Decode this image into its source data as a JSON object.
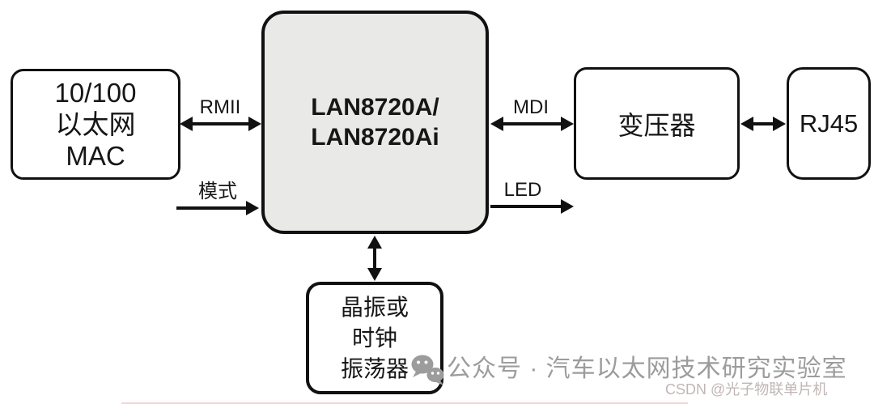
{
  "diagram": {
    "blocks": {
      "mac": {
        "lines": [
          "10/100",
          "以太网",
          "MAC"
        ]
      },
      "phy": {
        "lines": [
          "LAN8720A/",
          "LAN8720Ai"
        ]
      },
      "transformer": {
        "label": "变压器"
      },
      "rj45": {
        "label": "RJ45"
      },
      "oscillator": {
        "lines": [
          "晶振或",
          "时钟",
          "振荡器"
        ]
      }
    },
    "labels": {
      "rmii": "RMII",
      "mode": "模式",
      "mdi": "MDI",
      "led": "LED"
    }
  },
  "watermarks": {
    "wechat_text": "公众号 · 汽车以太网技术研究实验室",
    "csdn_text": "CSDN @光子物联单片机"
  },
  "colors": {
    "border": "#111111",
    "phy_fill": "#e9e9e8",
    "watermark_gray": "#9c9c9c",
    "csdn_gray": "#c0b6b4"
  }
}
